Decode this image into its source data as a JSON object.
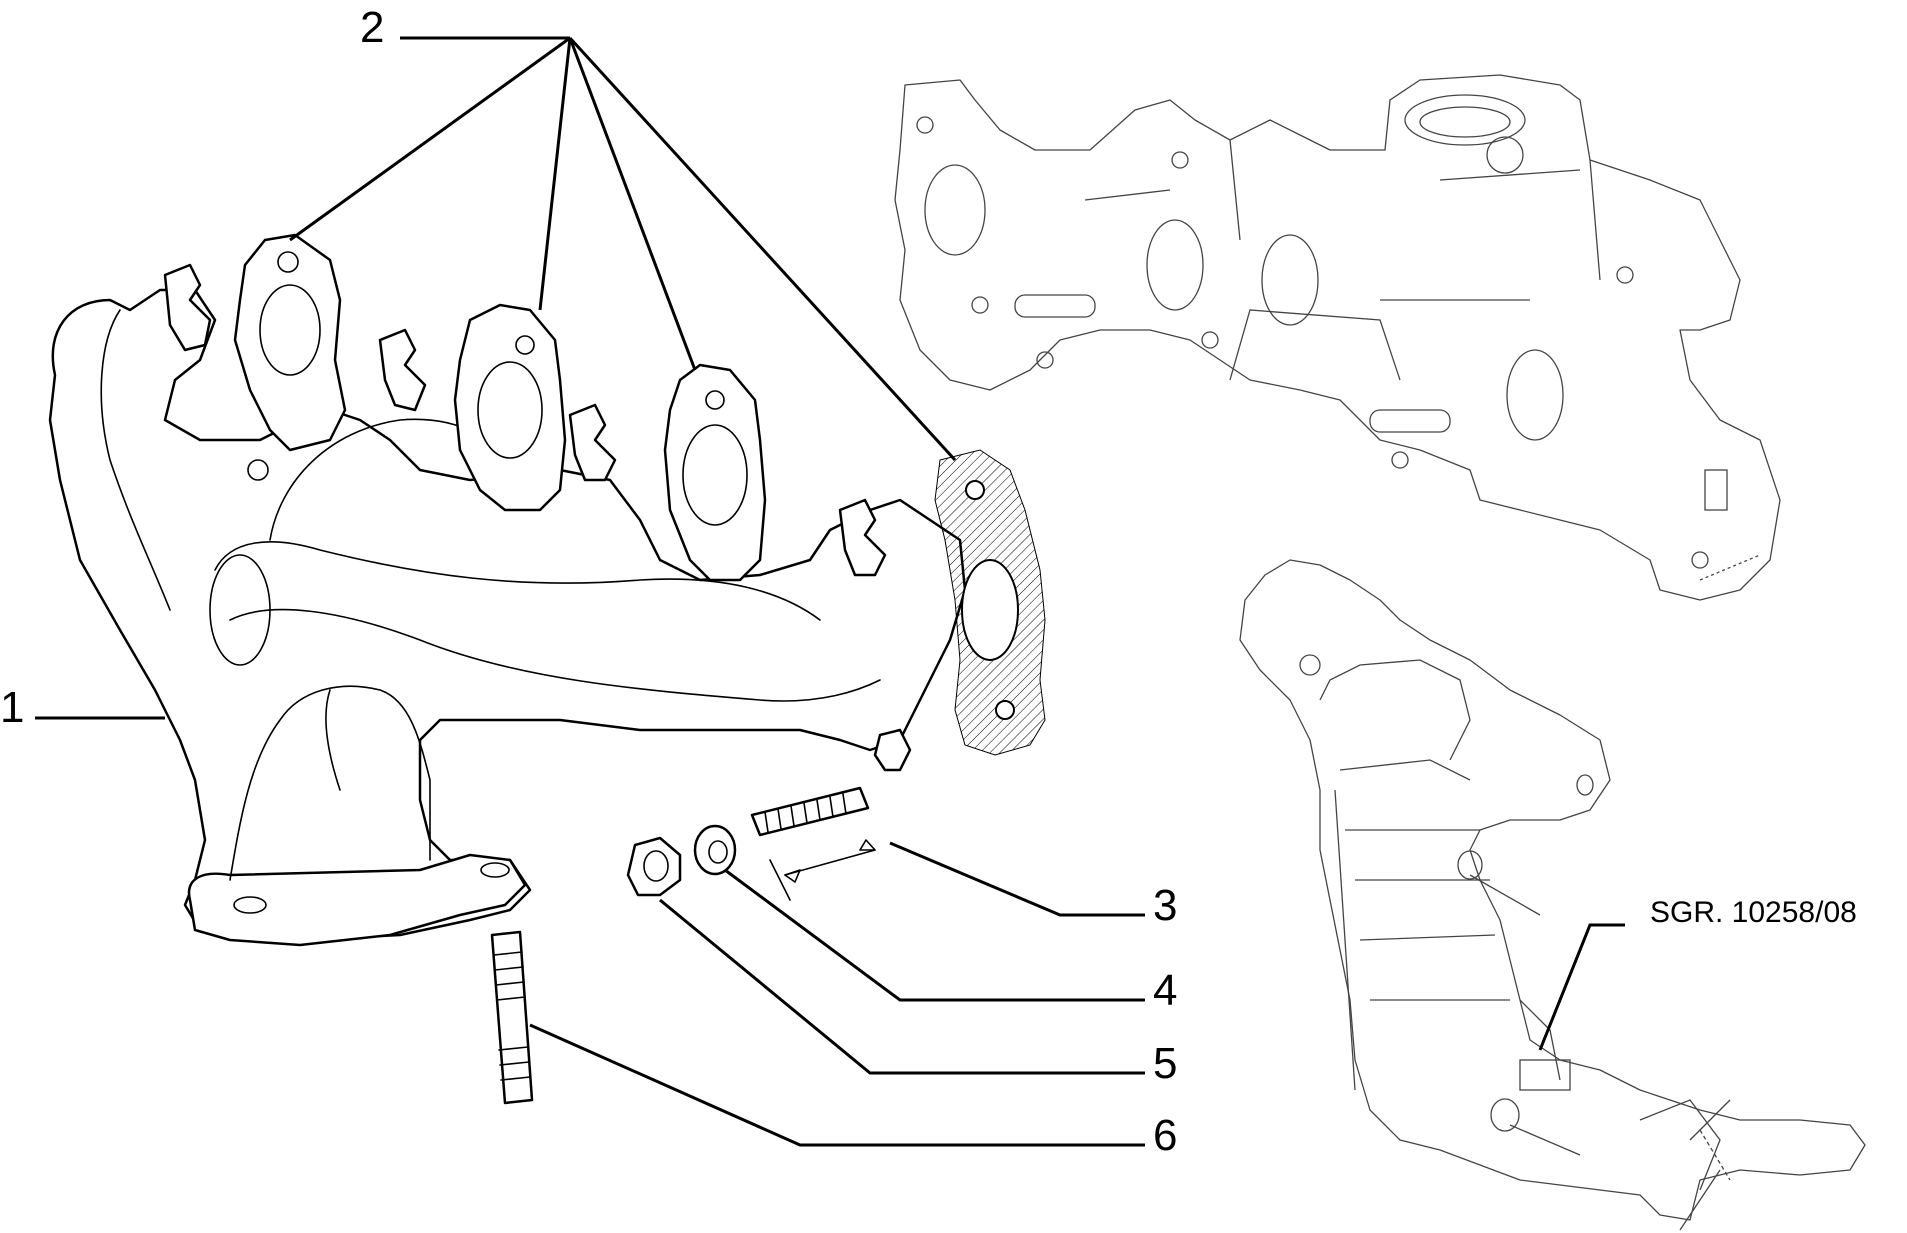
{
  "callouts": {
    "c1": "1",
    "c2": "2",
    "c3": "3",
    "c4": "4",
    "c5": "5",
    "c6": "6"
  },
  "reference": "SGR. 10258/08"
}
